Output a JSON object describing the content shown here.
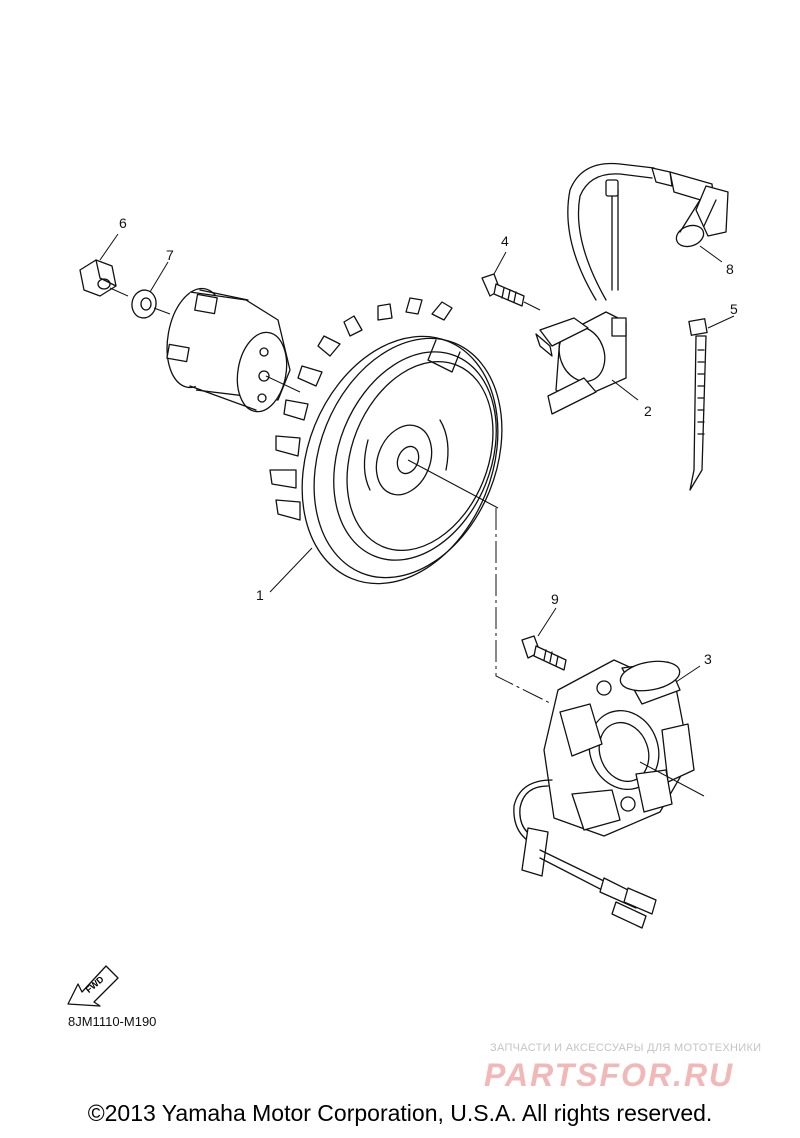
{
  "parts": [
    {
      "id": "1",
      "label": "1"
    },
    {
      "id": "2",
      "label": "2"
    },
    {
      "id": "3",
      "label": "3"
    },
    {
      "id": "4",
      "label": "4"
    },
    {
      "id": "5",
      "label": "5"
    },
    {
      "id": "6",
      "label": "6"
    },
    {
      "id": "7",
      "label": "7"
    },
    {
      "id": "8",
      "label": "8"
    },
    {
      "id": "9",
      "label": "9"
    }
  ],
  "fwd_label": "FWD",
  "diagram_code": "8JM1110-M190",
  "watermark": {
    "tagline": "ЗАПЧАСТИ И АКСЕССУАРЫ ДЛЯ МОТОТЕХНИКИ",
    "brand": "PARTSFOR.RU",
    "brand_color": "#f2b8b8"
  },
  "copyright": "©2013 Yamaha Motor Corporation, U.S.A. All rights reserved."
}
